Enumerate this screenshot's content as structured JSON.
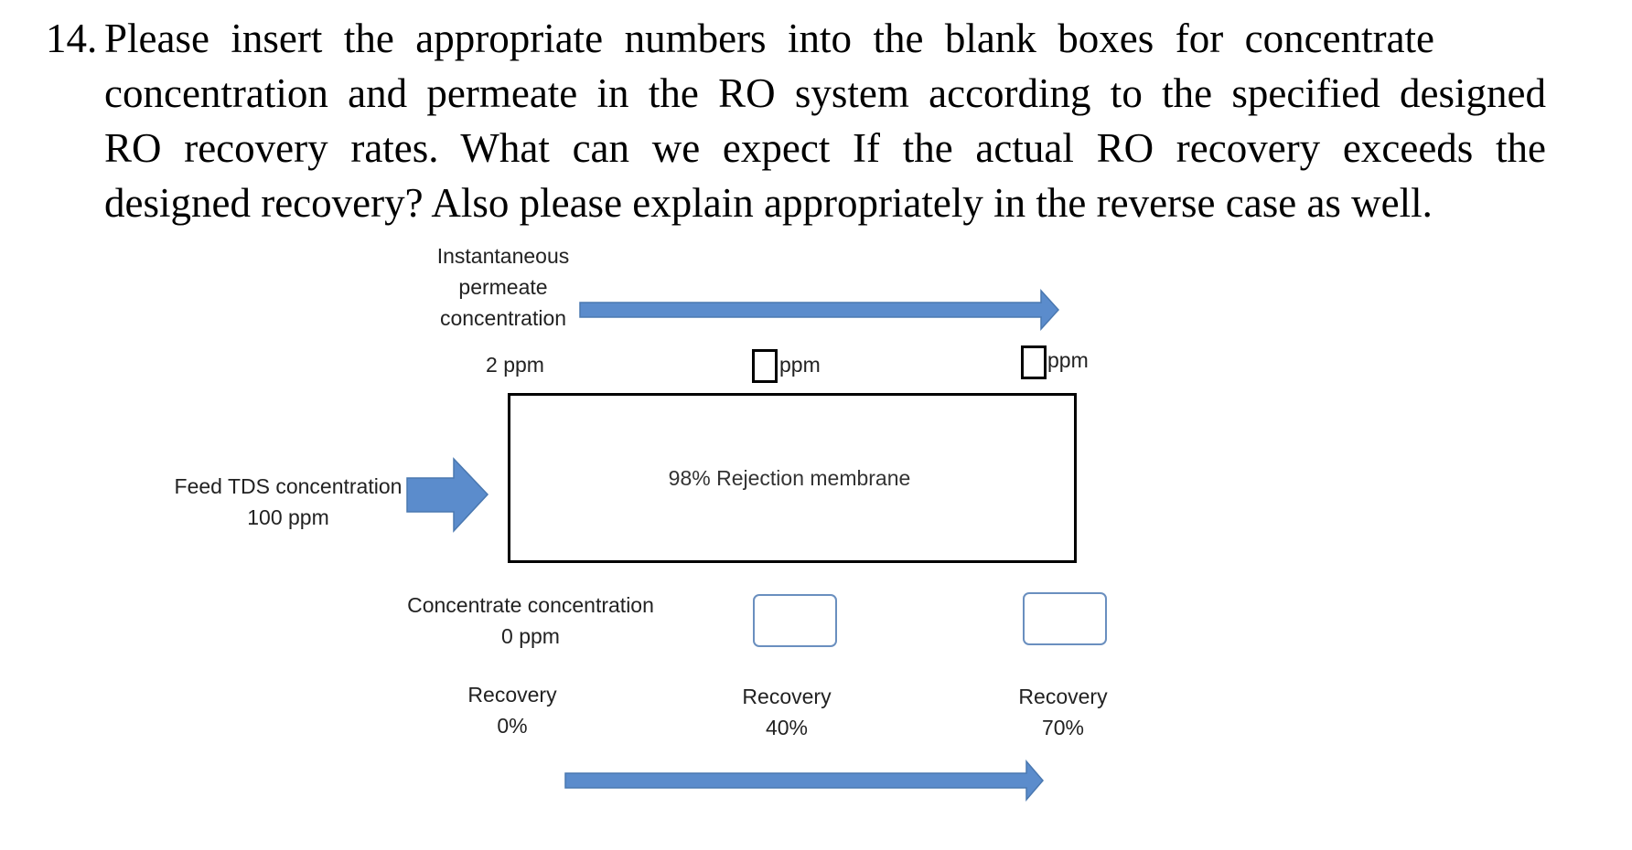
{
  "question": {
    "lines": [
      "Please insert the appropriate numbers into the blank boxes for concentrate",
      "concentration and permeate in the RO system according to the specified designed",
      "RO recovery rates. What can we expect If the actual RO recovery exceeds the",
      "designed recovery? Also please explain appropriately in the reverse case as well."
    ],
    "number": "14."
  },
  "diagram": {
    "permeate_label_1": "Instantaneous",
    "permeate_label_2": "permeate",
    "permeate_label_3": "concentration",
    "permeate_values": [
      "2 ppm",
      "ppm",
      "ppm"
    ],
    "feed_label": "Feed TDS concentration",
    "feed_value": "100 ppm",
    "membrane_label": "98% Rejection membrane",
    "concentrate_label": "Concentrate concentration",
    "concentrate_value": "0 ppm",
    "recovery_label": "Recovery",
    "recovery_values": [
      "0%",
      "40%",
      "70%"
    ],
    "colors": {
      "arrow_fill": "#5b8ccc",
      "arrow_stroke": "#4a78b0",
      "box_border": "#6a8fbf"
    }
  }
}
